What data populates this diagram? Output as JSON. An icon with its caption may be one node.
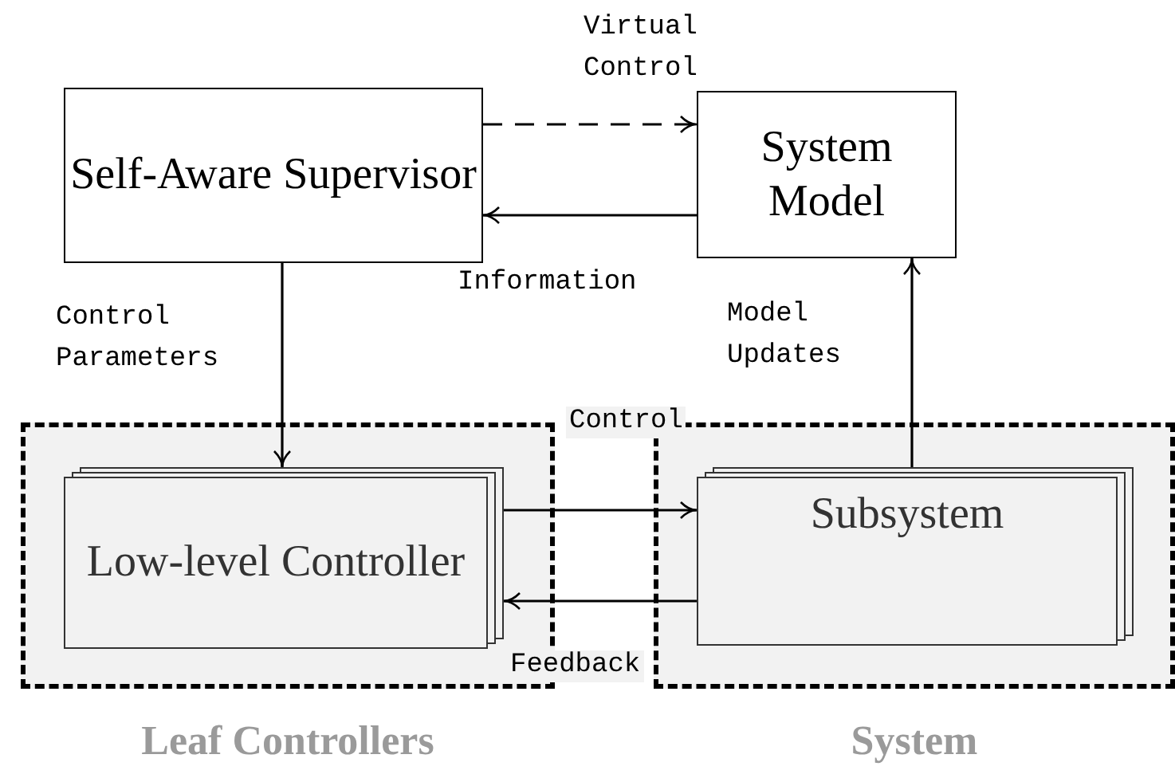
{
  "diagram": {
    "nodes": [
      {
        "text": [
          "Self-Aware Supervisor"
        ]
      },
      {
        "text": [
          "System Model"
        ]
      },
      {
        "text": [
          "Leaf Controllers"
        ]
      },
      {
        "text": [
          "Low-level Controller"
        ],
        "in": 2
      },
      {
        "text": [
          "System"
        ]
      },
      {
        "text": [
          "Subsystem"
        ],
        "in": 4
      }
    ],
    "edges": [
      {
        "from": 0,
        "to": 1,
        "arrow": "to",
        "label": "Virtual Control",
        "style": "dashed"
      },
      {
        "from": 1,
        "to": 0,
        "arrow": "to",
        "label": "Information"
      },
      {
        "from": 0,
        "to": 3,
        "arrow": "to",
        "label": "Control Parameters"
      },
      {
        "from": 3,
        "to": 5,
        "arrow": "to",
        "label": "Control"
      },
      {
        "from": 5,
        "to": 3,
        "arrow": "to",
        "label": "Feedback"
      },
      {
        "from": 5,
        "to": 1,
        "arrow": "to",
        "label": "Model Updates"
      }
    ]
  }
}
